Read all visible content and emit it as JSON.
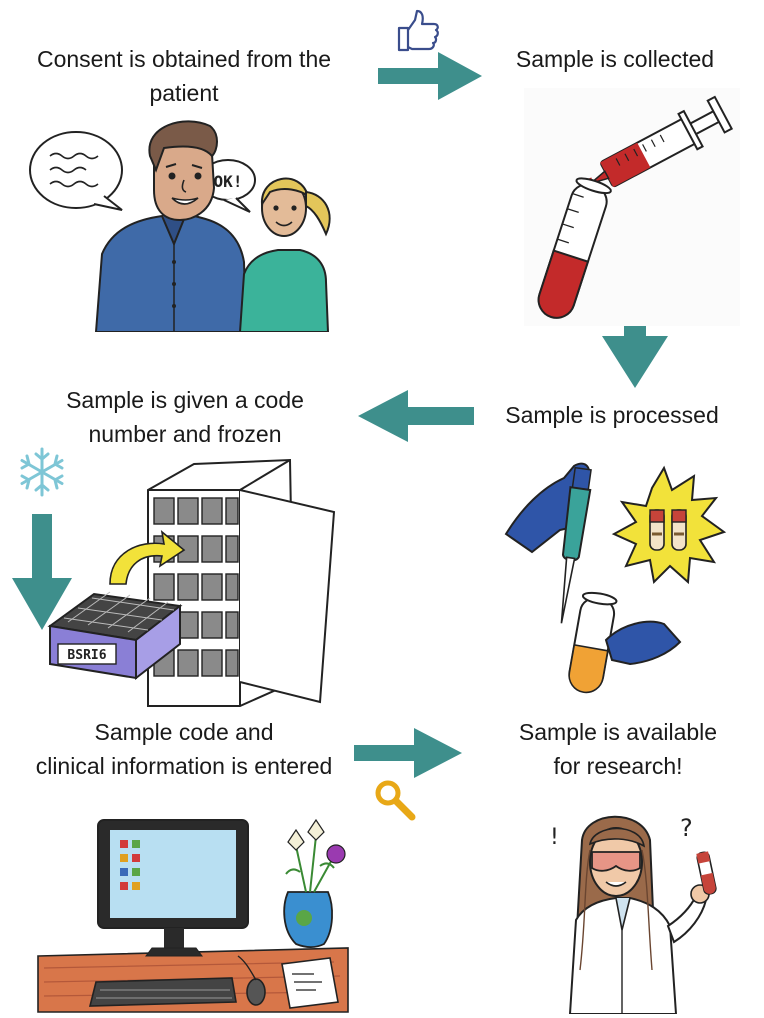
{
  "colors": {
    "arrow": "#3e8f8c",
    "thumbs": "#3a4d8c",
    "snow": "#7ec6d6",
    "magnifier": "#e8a817"
  },
  "steps": [
    {
      "id": "consent",
      "text": "Consent is obtained from the\npatient"
    },
    {
      "id": "collected",
      "text": "Sample is collected"
    },
    {
      "id": "processed",
      "text": "Sample is processed"
    },
    {
      "id": "coded",
      "text": "Sample is given a code\nnumber and frozen"
    },
    {
      "id": "entered",
      "text": "Sample code and\nclinical information is entered"
    },
    {
      "id": "available",
      "text": "Sample is available\nfor research!"
    }
  ],
  "illustrations": {
    "speech_ok": "OK!",
    "box_label": "BSRI6",
    "exclaim": "!",
    "question": "?"
  },
  "icons": [
    "thumbs-up-icon",
    "snowflake-icon",
    "magnifier-icon"
  ]
}
